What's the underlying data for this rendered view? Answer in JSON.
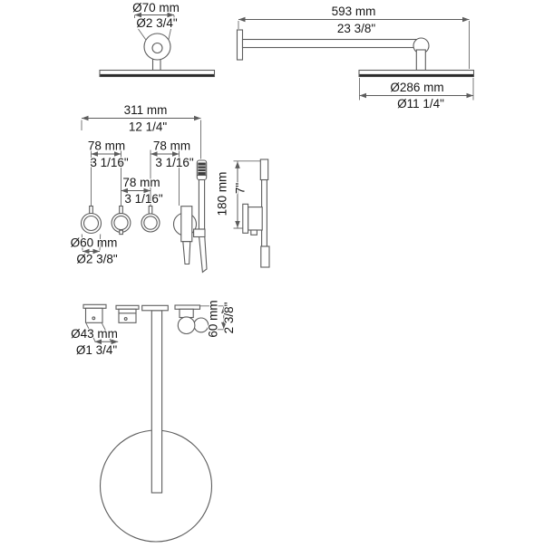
{
  "drawing": {
    "title": "Shower system dimension drawing",
    "background": "#ffffff",
    "line_color": "#5c5c5c",
    "text_color": "#161616"
  },
  "figures": {
    "showerhead_front": {
      "dia_mm": "Ø70 mm",
      "dia_in": "Ø2 3/4\""
    },
    "shower_arm_side": {
      "arm_len_mm": "593 mm",
      "arm_len_in": "23 3/8\"",
      "head_dia_mm": "Ø286 mm",
      "head_dia_in": "Ø11 1/4\""
    },
    "mixer_front": {
      "total_w_mm": "311 mm",
      "total_w_in": "12 1/4\"",
      "sp_left_mm": "78 mm",
      "sp_left_in": "3 1/16\"",
      "sp_right_mm": "78 mm",
      "sp_right_in": "3 1/16\"",
      "sp_mid_mm": "78 mm",
      "sp_mid_in": "3 1/16\"",
      "knob_dia_mm": "Ø60 mm",
      "knob_dia_in": "Ø2 3/8\""
    },
    "handshower_side": {
      "height_mm": "180 mm",
      "height_in": "7\""
    },
    "components_side": {
      "esc_dia_mm": "Ø43 mm",
      "esc_dia_in": "Ø1 3/4\"",
      "holder_d_mm": "60 mm",
      "holder_d_in": "2 3/8\""
    }
  }
}
